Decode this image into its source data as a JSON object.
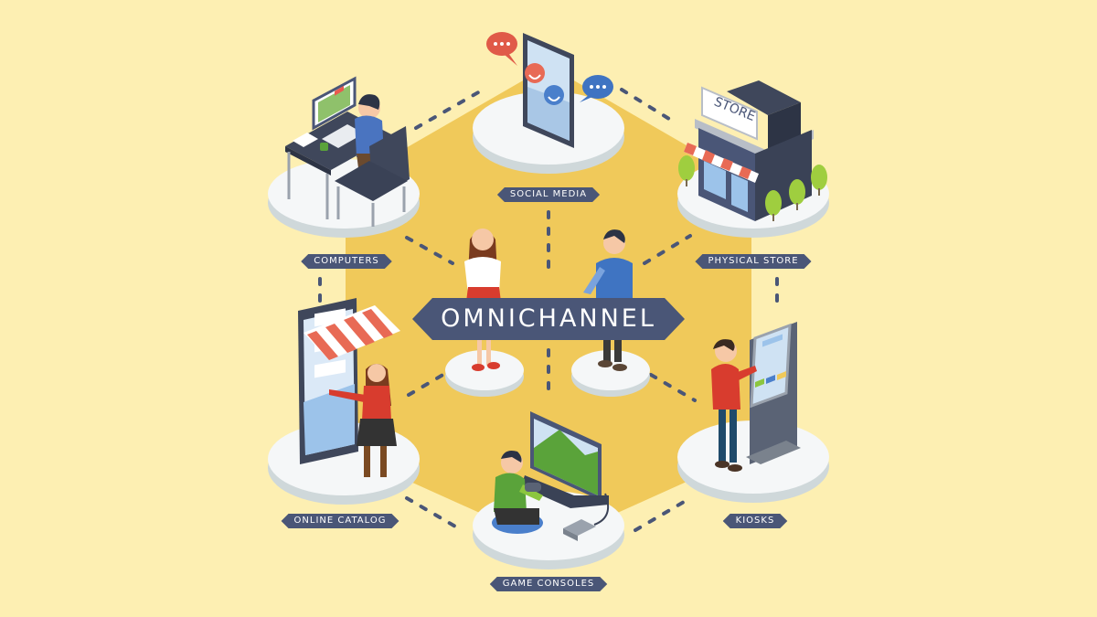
{
  "diagram": {
    "title": "OMNICHANNEL",
    "colors": {
      "background": "#fdefb2",
      "hexagon": "#f0c95a",
      "label_bg": "#4a5677",
      "label_text": "#ffffff",
      "platform": "#f5f7f8",
      "platform_edge": "#cfd8da",
      "connector": "#4a5677"
    },
    "channels": [
      {
        "id": "computers",
        "label": "COMPUTERS",
        "icon": "desk-computer-icon"
      },
      {
        "id": "social-media",
        "label": "SOCIAL MEDIA",
        "icon": "smartphone-chat-icon"
      },
      {
        "id": "physical-store",
        "label": "PHYSICAL STORE",
        "icon": "store-building-icon"
      },
      {
        "id": "online-catalog",
        "label": "ONLINE CATALOG",
        "icon": "tablet-shop-icon"
      },
      {
        "id": "game-consoles",
        "label": "GAME CONSOLES",
        "icon": "game-console-icon"
      },
      {
        "id": "kiosks",
        "label": "KIOSKS",
        "icon": "kiosk-terminal-icon"
      }
    ],
    "center": {
      "people": [
        "woman-customer-icon",
        "man-customer-icon"
      ],
      "store_sign": "STORE"
    }
  }
}
